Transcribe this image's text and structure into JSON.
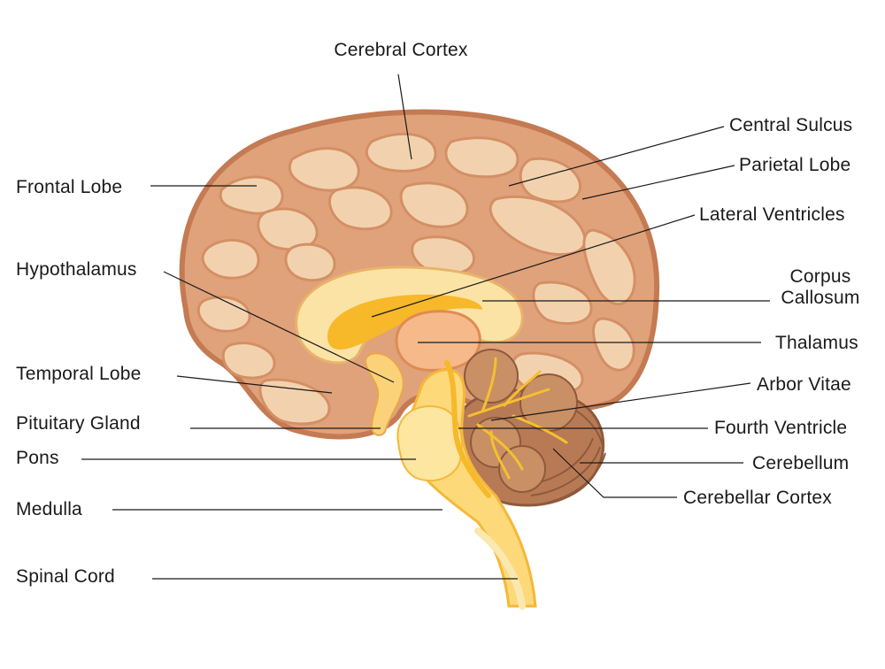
{
  "labels": {
    "cerebral_cortex": "Cerebral Cortex",
    "central_sulcus": "Central Sulcus",
    "parietal_lobe": "Parietal Lobe",
    "lateral_ventricles": "Lateral Ventricles",
    "corpus_callosum_1": "Corpus",
    "corpus_callosum_2": "Callosum",
    "thalamus": "Thalamus",
    "arbor_vitae": "Arbor Vitae",
    "fourth_ventricle": "Fourth Ventricle",
    "cerebellum": "Cerebellum",
    "cerebellar_cortex": "Cerebellar Cortex",
    "frontal_lobe": "Frontal Lobe",
    "hypothalamus": "Hypothalamus",
    "temporal_lobe": "Temporal Lobe",
    "pituitary_gland": "Pituitary Gland",
    "pons": "Pons",
    "medulla": "Medulla",
    "spinal_cord": "Spinal Cord"
  },
  "colors": {
    "cortex_outline": "#c47a52",
    "cortex_fill": "#e0a27a",
    "gyri_highlight": "#f2d2ae",
    "callosum": "#fbe3a6",
    "ventricle": "#f7b82a",
    "thalamus": "#f5b98a",
    "brainstem": "#fdd97a",
    "cerebellum": "#b87a55",
    "arbor_vitae": "#f5c02f",
    "leader_line": "#1a1a1a"
  }
}
